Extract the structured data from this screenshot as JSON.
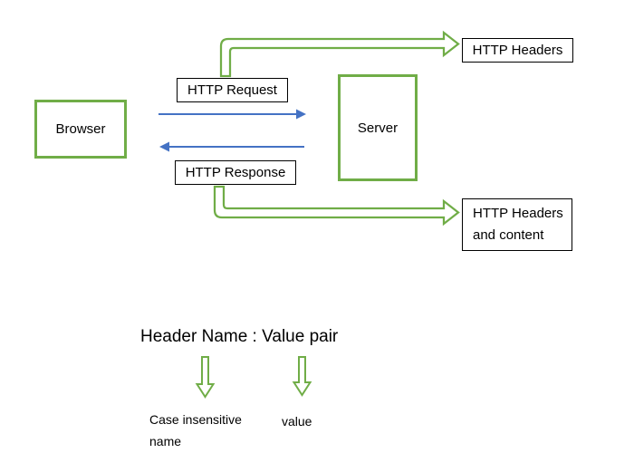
{
  "colors": {
    "green": "#70AD47",
    "blue": "#4472C4",
    "box_border": "#000000",
    "background": "#FFFFFF"
  },
  "flow": {
    "browser_label": "Browser",
    "server_label": "Server",
    "request_label": "HTTP Request",
    "response_label": "HTTP Response",
    "request_headers_label": "HTTP Headers",
    "response_headers_line1": "HTTP Headers",
    "response_headers_line2": "and content"
  },
  "header_pair": {
    "title": "Header Name : Value pair",
    "name_note_line1": "Case insensitive",
    "name_note_line2": "name",
    "value_note": "value"
  }
}
